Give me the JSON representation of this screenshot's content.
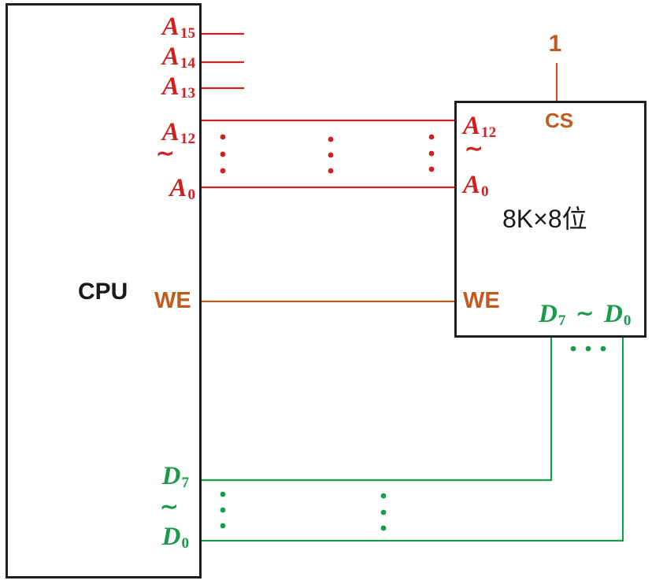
{
  "colors": {
    "red": "#d02121",
    "green": "#189c4c",
    "brown": "#c05a1e",
    "black": "#1a1a1a"
  },
  "cpu": {
    "label": "CPU",
    "pins": {
      "a15": {
        "base": "A",
        "sub": "15"
      },
      "a14": {
        "base": "A",
        "sub": "14"
      },
      "a13": {
        "base": "A",
        "sub": "13"
      },
      "a12": {
        "base": "A",
        "sub": "12"
      },
      "addr_tilde": "∼",
      "a0": {
        "base": "A",
        "sub": "0"
      },
      "we": "WE",
      "d7": {
        "base": "D",
        "sub": "7"
      },
      "data_tilde": "∼",
      "d0": {
        "base": "D",
        "sub": "0"
      }
    }
  },
  "chip": {
    "title": "8K×8位",
    "cs_input_value": "1",
    "pins": {
      "cs": "CS",
      "a12": {
        "base": "A",
        "sub": "12"
      },
      "addr_tilde": "∼",
      "a0": {
        "base": "A",
        "sub": "0"
      },
      "we": "WE",
      "d7": {
        "base": "D",
        "sub": "7"
      },
      "data_tilde": "∼",
      "d0": {
        "base": "D",
        "sub": "0"
      }
    }
  }
}
